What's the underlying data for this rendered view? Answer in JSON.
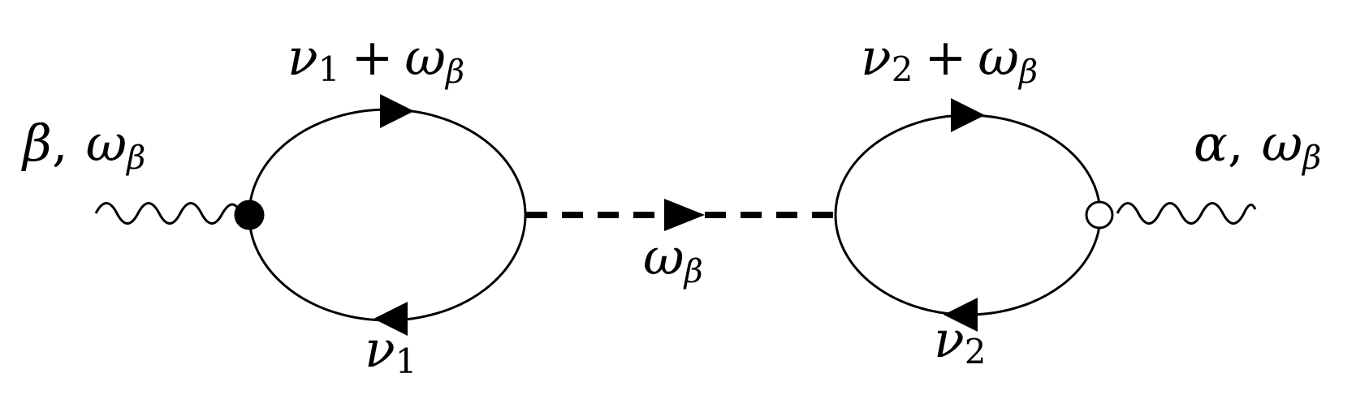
{
  "labels": {
    "loop1_top": {
      "var": "ν",
      "sub": "1",
      "op": "+",
      "w": "ω",
      "wsub": "β"
    },
    "loop1_bottom": {
      "var": "ν",
      "sub": "1"
    },
    "loop2_top": {
      "var": "ν",
      "sub": "2",
      "op": "+",
      "w": "ω",
      "wsub": "β"
    },
    "loop2_bottom": {
      "var": "ν",
      "sub": "2"
    },
    "left_external": {
      "sym": "β",
      "sep": ",",
      "w": "ω",
      "wsub": "β"
    },
    "right_external": {
      "sym": "α",
      "sep": ",",
      "w": "ω",
      "wsub": "β"
    },
    "mid_propagator": {
      "w": "ω",
      "wsub": "β"
    }
  },
  "vertices": {
    "left": "filled",
    "right": "open"
  },
  "colors": {
    "stroke": "#000000",
    "background": "#ffffff"
  }
}
